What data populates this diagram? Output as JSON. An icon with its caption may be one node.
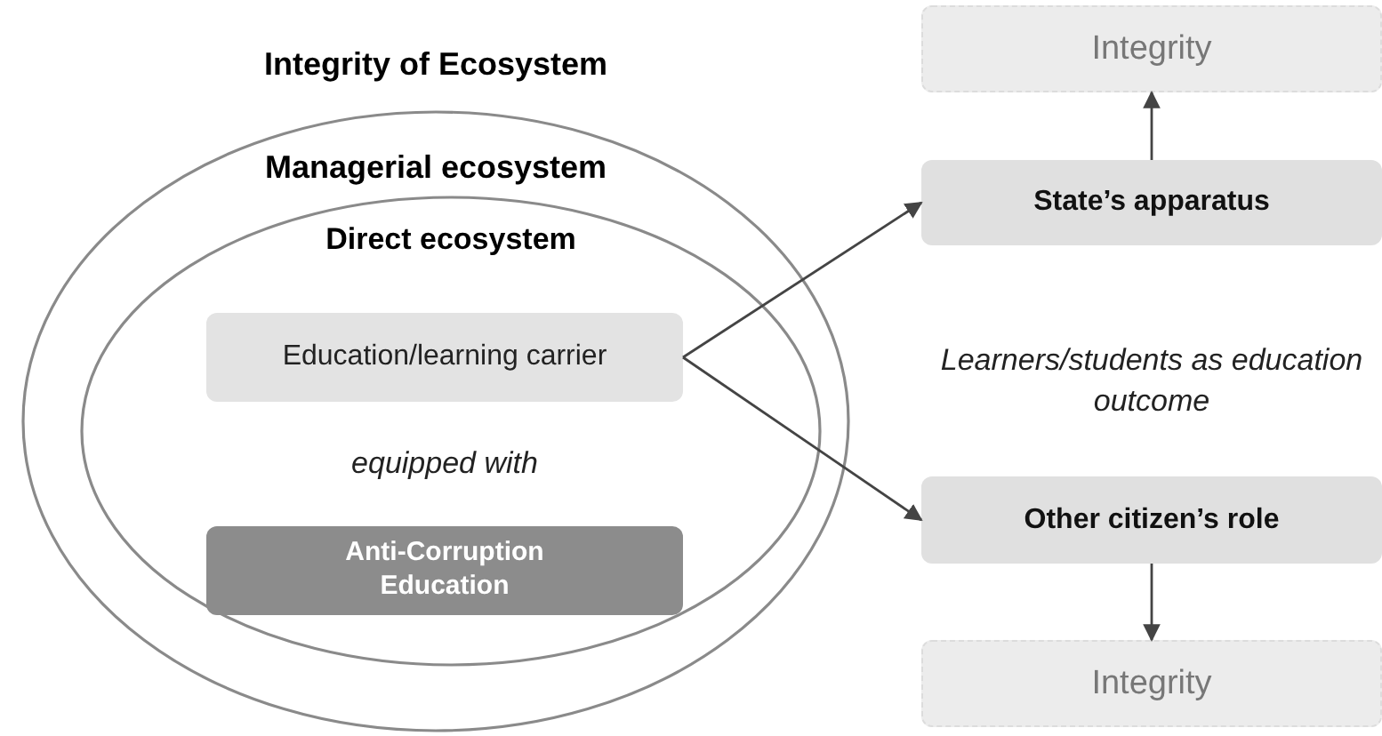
{
  "diagram": {
    "title": "Integrity of Ecosystem",
    "nodes": [
      {
        "text": [
          "Managerial ecosystem"
        ]
      },
      {
        "text": [
          "Direct ecosystem"
        ],
        "in": 0
      },
      {
        "text": [
          "Education/learning carrier"
        ],
        "in": 1
      },
      {
        "text": [
          "Anti-Corruption Education"
        ],
        "in": 1
      },
      {
        "text": [
          "Integrity"
        ]
      },
      {
        "text": [
          "State’s apparatus"
        ]
      },
      {
        "text": [
          "Other citizen’s role"
        ]
      },
      {
        "text": [
          "Integrity"
        ]
      }
    ],
    "edges": [
      {
        "from": 2,
        "to": 5,
        "arrow": "to"
      },
      {
        "from": 2,
        "to": 6,
        "arrow": "to"
      },
      {
        "from": 5,
        "to": 4,
        "arrow": "to"
      },
      {
        "from": 6,
        "to": 7,
        "arrow": "to"
      }
    ],
    "labels": [
      "equipped with",
      "Learners/students as education outcome"
    ]
  }
}
